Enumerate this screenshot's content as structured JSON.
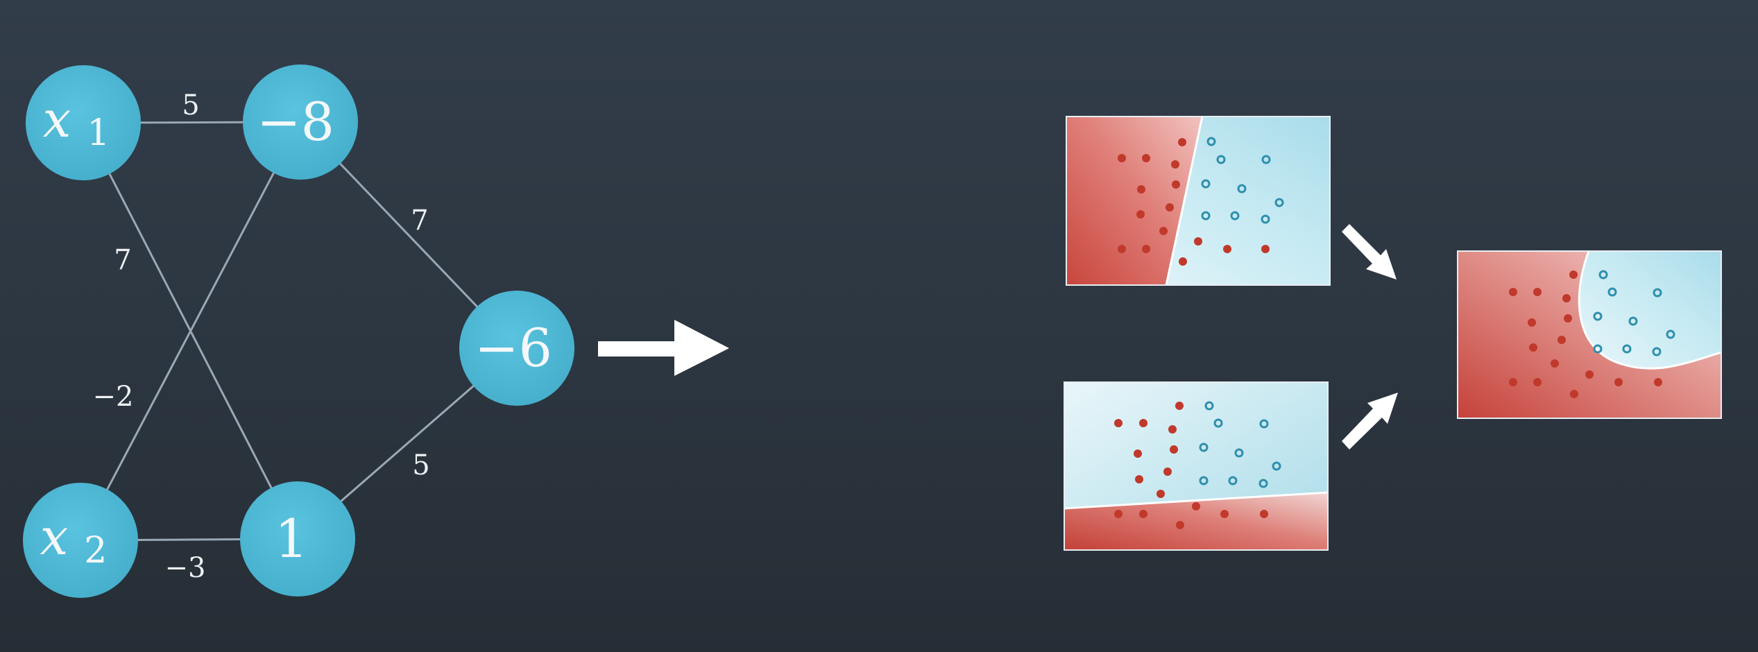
{
  "network": {
    "nodes": {
      "x1": {
        "symbol": "x",
        "subscript": "1"
      },
      "x2": {
        "symbol": "x",
        "subscript": "2"
      },
      "h1": {
        "value": "−8"
      },
      "h2": {
        "value": "1"
      },
      "out": {
        "value": "−6"
      }
    },
    "weights": {
      "x1_h1": "5",
      "x1_h2": "7",
      "x2_h1": "−2",
      "x2_h2": "−3",
      "h1_out": "7",
      "h2_out": "5"
    }
  },
  "colors": {
    "node": "#4fb9d6",
    "edge": "#9aa8b6",
    "red_class": "#c0392b",
    "blue_class": "#3aa2bd",
    "red_region": "#d9534a",
    "blue_region": "#b6e3ee",
    "arrow": "#ffffff"
  },
  "icons": {
    "main_arrow": "right-arrow",
    "top_arrow": "down-right-arrow",
    "bottom_arrow": "up-right-arrow"
  }
}
